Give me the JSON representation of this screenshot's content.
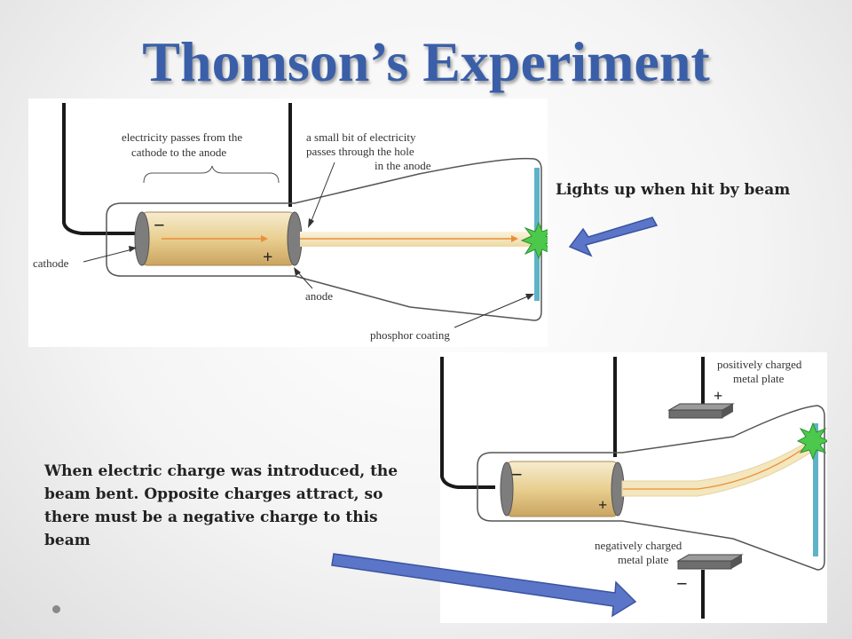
{
  "slide": {
    "title": "Thomson’s Experiment",
    "callout_top": "Lights up when hit by beam",
    "callout_bottom": "When electric charge was introduced, the beam bent. Opposite charges attract, so there must be a negative charge to this beam"
  },
  "top_diagram": {
    "label_electricity_1": "electricity passes from the",
    "label_electricity_2": "cathode to the anode",
    "label_hole_1": "a small bit of electricity",
    "label_hole_2": "passes through the hole",
    "label_hole_3": "in the anode",
    "label_cathode": "cathode",
    "label_anode": "anode",
    "label_phosphor": "phosphor coating",
    "sign_minus": "−",
    "sign_plus": "+"
  },
  "bottom_diagram": {
    "label_pos_1": "positively charged",
    "label_pos_2": "metal plate",
    "label_neg_1": "negatively charged",
    "label_neg_2": "metal plate",
    "sign_minus": "−",
    "sign_plus": "+"
  },
  "colors": {
    "title": "#3a5fa8",
    "arrow_fill": "#5b76c8",
    "beam": "#f4e6bd",
    "flash": "#4cc94c",
    "screen": "#5fb3c7"
  }
}
